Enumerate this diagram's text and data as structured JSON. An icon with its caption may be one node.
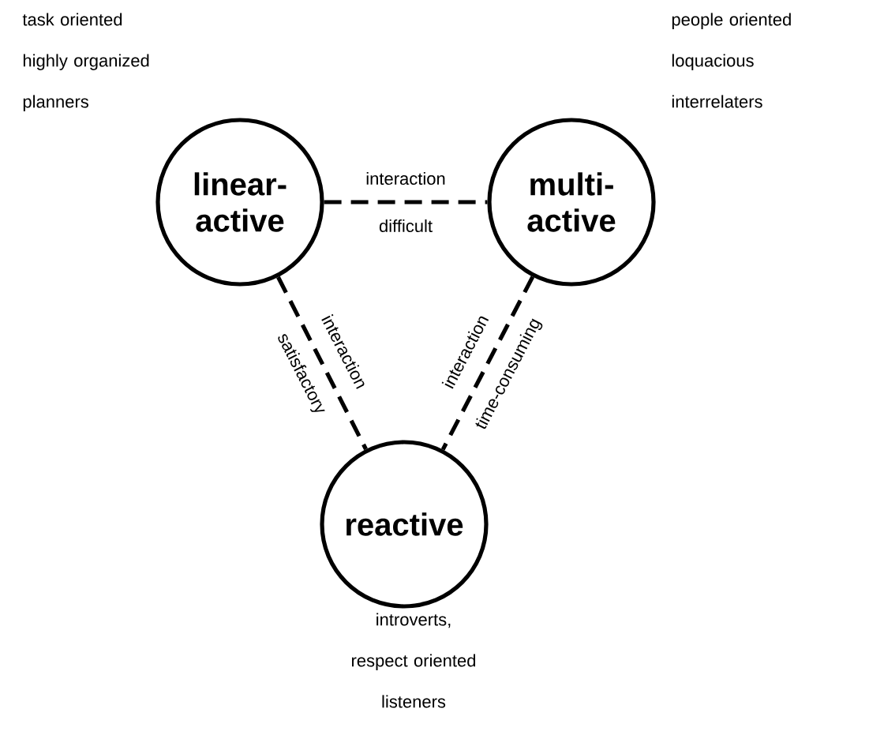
{
  "diagram": {
    "nodes": [
      {
        "text": [
          "linear-active"
        ],
        "beside": [
          "task oriented highly organized planners"
        ]
      },
      {
        "text": [
          "multi-active"
        ],
        "beside": [
          "people oriented loquacious interrelaters"
        ]
      },
      {
        "text": [
          "reactive"
        ],
        "beside": [
          "introverts, respect oriented listeners"
        ]
      }
    ],
    "edges": [
      {
        "from": 0,
        "to": 1,
        "arrow": "none",
        "style": "dashed",
        "label": "interaction difficult"
      },
      {
        "from": 0,
        "to": 2,
        "arrow": "none",
        "style": "dashed",
        "label": "interaction satisfactory"
      },
      {
        "from": 1,
        "to": 2,
        "arrow": "none",
        "style": "dashed",
        "label": "interaction time-consuming"
      }
    ]
  }
}
